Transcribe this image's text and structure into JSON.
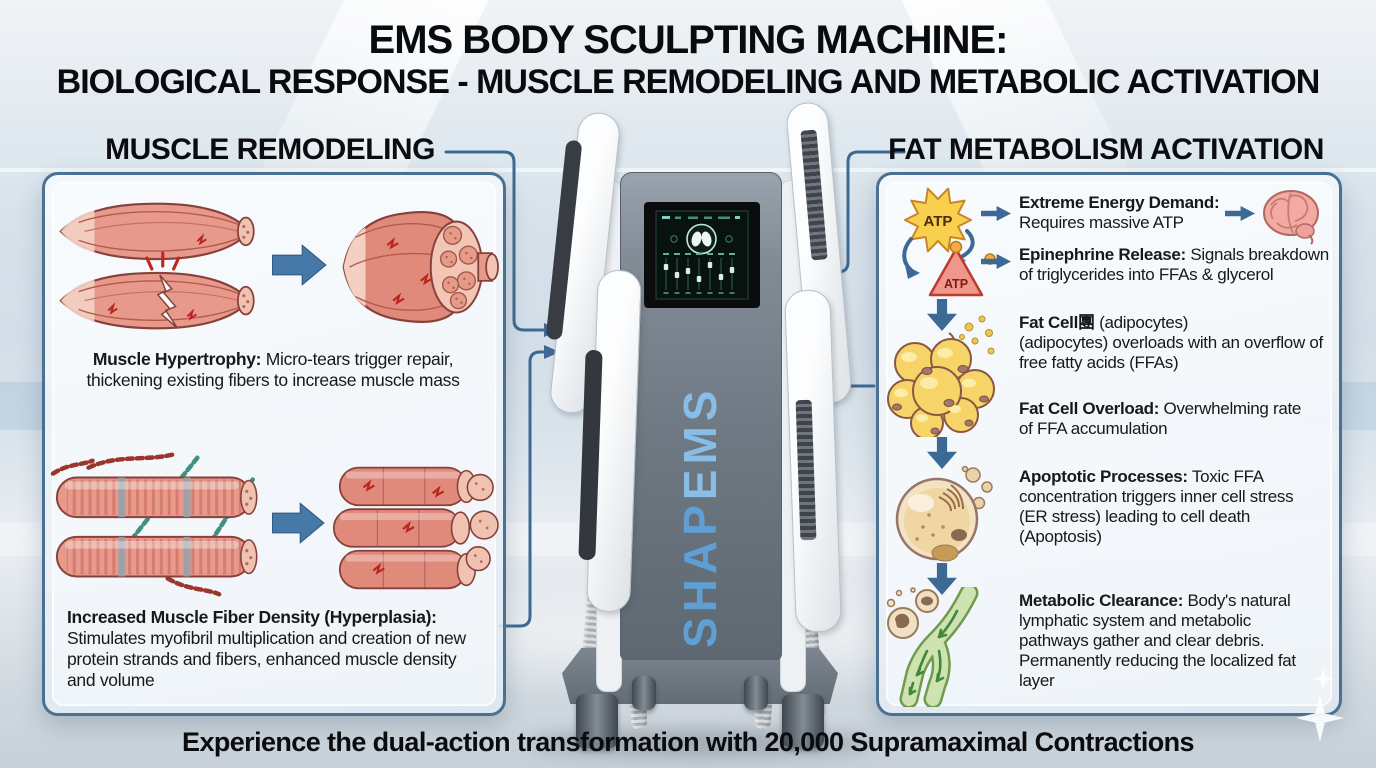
{
  "title": {
    "line1": "EMS BODY SCULPTING MACHINE:",
    "line2": "BIOLOGICAL RESPONSE - MUSCLE REMODELING AND METABOLIC ACTIVATION"
  },
  "left_panel": {
    "header": "MUSCLE REMODELING",
    "items": [
      {
        "heading": "Muscle Hypertrophy:",
        "body": " Micro-tears trigger repair, thickening existing fibers to increase muscle mass"
      },
      {
        "heading": "Increased Muscle Fiber Density (Hyperplasia):",
        "body": " Stimulates myofibril multiplication and creation of new protein strands and fibers, enhanced muscle density and volume"
      }
    ]
  },
  "right_panel": {
    "header": "FAT METABOLISM ACTIVATION",
    "atp_star_label": "ATP",
    "atp_triangle_label": "ATP",
    "entries": [
      {
        "heading": "Extreme Energy Demand:",
        "body": "\nRequires massive ATP"
      },
      {
        "heading": "Epinephrine Release:",
        "body": " Signals breakdown\nof triglycerides into FFAs & glycerol"
      },
      {
        "heading": "Fat Cell團",
        "body": " (adipocytes)\n(adipocytes) overloads with an overflow of free fatty acids (FFAs)"
      },
      {
        "heading": "Fat Cell Overload:",
        "body": " Overwhelming rate of FFA accumulation"
      },
      {
        "heading": "Apoptotic Processes:",
        "body": " Toxic FFA concentration triggers inner cell stress (ER stress) leading to cell death (Apoptosis)"
      },
      {
        "heading": "Metabolic Clearance:",
        "body": " Body's natural lymphatic system and metabolic pathways gather and clear debris. Permanently reducing the localized fat layer"
      }
    ]
  },
  "machine": {
    "brand": "SHAPEMS",
    "brand_part1": "SHAP",
    "brand_part2": "EMS"
  },
  "tagline": "Experience the dual-action transformation with 20,000 Supramaximal Contractions",
  "colors": {
    "accent_blue": "#3c6a94",
    "panel_border": "#4a7191",
    "brand_blue": "#74acdc",
    "atp_yellow": "#f9cf4e",
    "atp_red": "#f0968c",
    "fat_yellow": "#f6d468",
    "lymph_green": "#cfe3b2",
    "muscle_red": "#e79a8b"
  }
}
